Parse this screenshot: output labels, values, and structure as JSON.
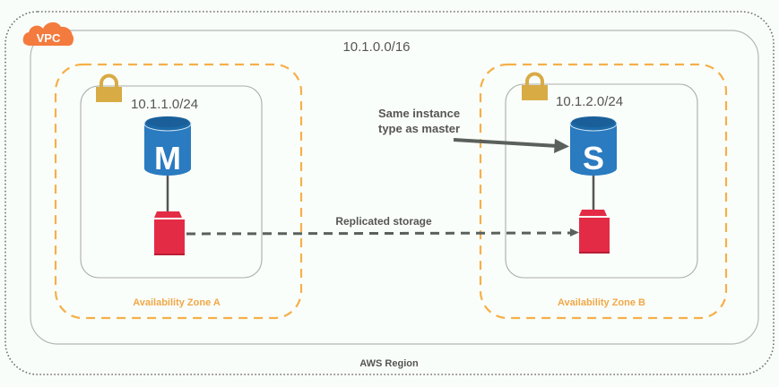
{
  "region": {
    "label": "AWS Region"
  },
  "vpc": {
    "badge": "VPC",
    "cidr": "10.1.0.0/16",
    "badge_color": "#f47b3e"
  },
  "zones": [
    {
      "label": "Availability Zone A",
      "subnet_cidr": "10.1.1.0/24",
      "db_letter": "M",
      "db_role": "master"
    },
    {
      "label": "Availability Zone B",
      "subnet_cidr": "10.1.2.0/24",
      "db_letter": "S",
      "db_role": "standby"
    }
  ],
  "annotations": {
    "instance_note_line1": "Same instance",
    "instance_note_line2": "type as master",
    "replication": "Replicated storage"
  },
  "colors": {
    "zone_border": "#f5b04a",
    "zone_text": "#f0a848",
    "db_blue": "#2a7bc0",
    "storage_red": "#e42b46",
    "lock_gold": "#d8ab45",
    "connector": "#5a605c"
  }
}
